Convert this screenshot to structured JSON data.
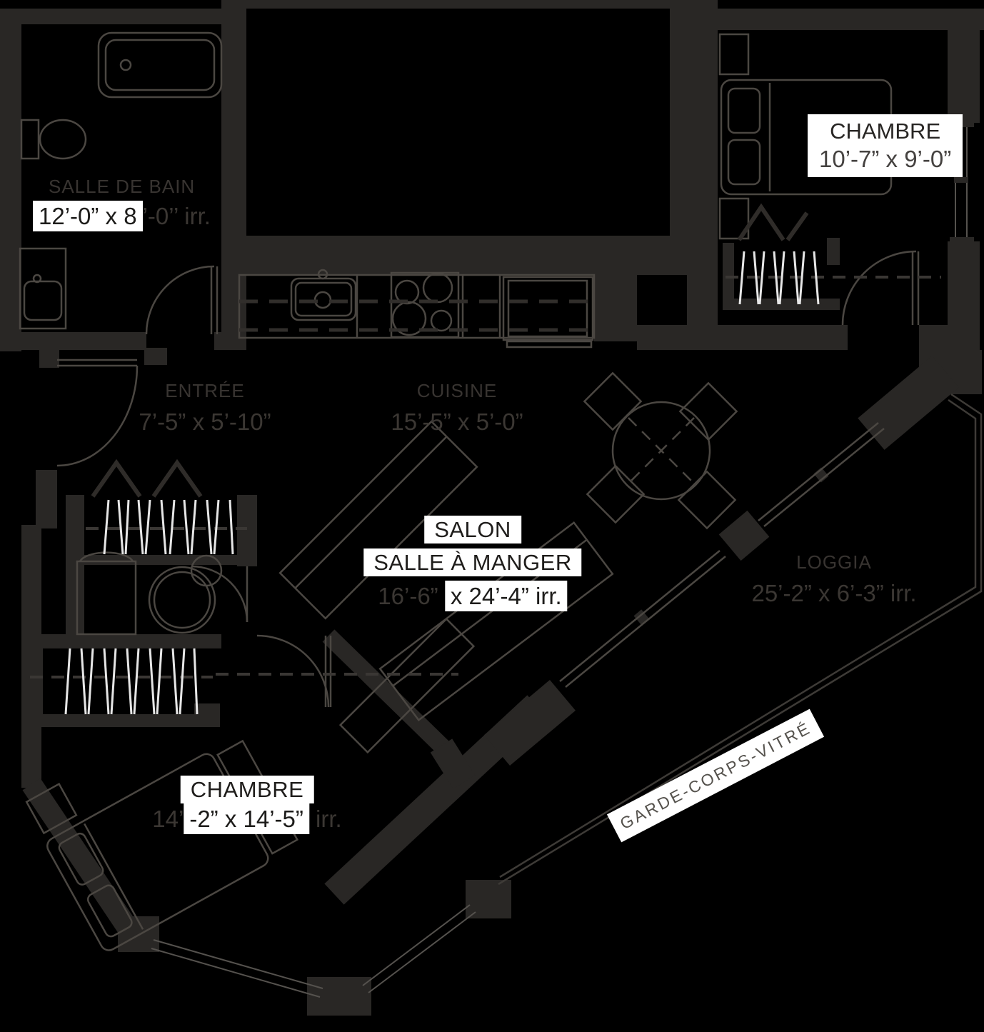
{
  "colors": {
    "background": "#000000",
    "wall": "#292725",
    "line": "#4b4742",
    "label_text": "#3b3733",
    "highlight_bg": "#ffffff",
    "highlight_text": "#1d1c1a",
    "hanger": "#e6e6e6"
  },
  "rooms": {
    "bathroom": {
      "name": "SALLE DE BAIN",
      "dim_highlight": "12’-0” x 8",
      "dim_rest": "’-0’’ irr."
    },
    "bedroom_top": {
      "name": "CHAMBRE",
      "dims": "10’-7” x 9’-0”"
    },
    "entry": {
      "name": "ENTRÉE",
      "dims": "7’-5” x 5’-10”"
    },
    "kitchen": {
      "name": "CUISINE",
      "dims": "15’-5” x 5’-0”"
    },
    "living": {
      "name_line1": "SALON",
      "name_line2": "SALLE À MANGER",
      "dim_prefix": "16’-6” ",
      "dim_highlight": "x 24’-4” irr."
    },
    "loggia": {
      "name": "LOGGIA",
      "dims": "25’-2” x 6’-3” irr."
    },
    "bedroom_bottom": {
      "name": "CHAMBRE",
      "dim_prefix": "14’",
      "dim_highlight": "-2” x 14’-5”",
      "dim_suffix": " irr."
    },
    "balcony_rail": {
      "label": "GARDE-CORPS-VITRÉ"
    }
  }
}
